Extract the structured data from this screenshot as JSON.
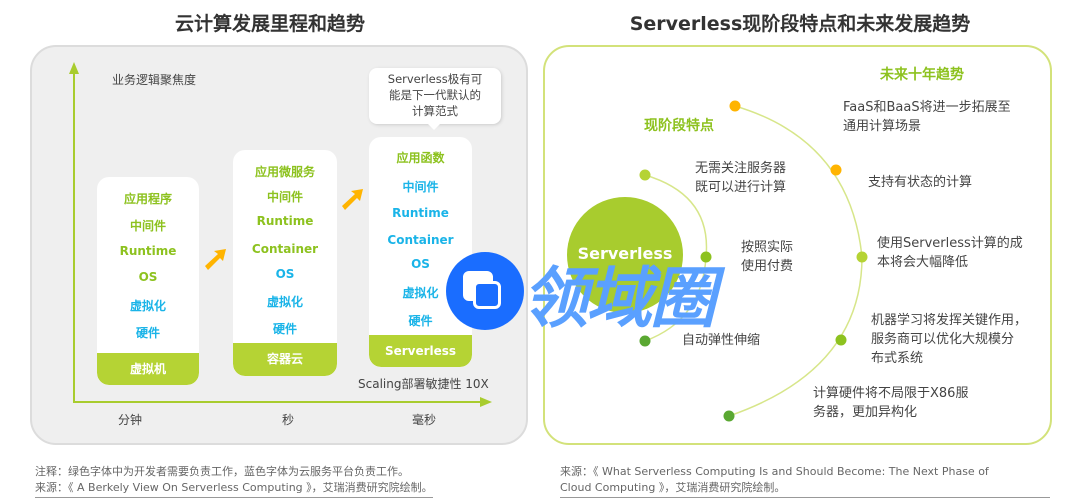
{
  "left": {
    "title": "云计算发展里程和趋势",
    "y_axis_label": "业务逻辑聚焦度",
    "x_ticks": [
      "分钟",
      "秒",
      "毫秒"
    ],
    "callout": [
      "Serverless极有可",
      "能是下一代默认的",
      "计算范式"
    ],
    "scaling_label": "Scaling部署敏捷性 10X",
    "stacks": [
      {
        "items": [
          {
            "t": "应用程序",
            "c": "g"
          },
          {
            "t": "中间件",
            "c": "g"
          },
          {
            "t": "Runtime",
            "c": "g"
          },
          {
            "t": "OS",
            "c": "g"
          },
          {
            "t": "虚拟化",
            "c": "b"
          },
          {
            "t": "硬件",
            "c": "b"
          }
        ],
        "footer": "虚拟机"
      },
      {
        "items": [
          {
            "t": "应用微服务",
            "c": "g"
          },
          {
            "t": "中间件",
            "c": "g"
          },
          {
            "t": "Runtime",
            "c": "g"
          },
          {
            "t": "Container",
            "c": "g"
          },
          {
            "t": "OS",
            "c": "b"
          },
          {
            "t": "虚拟化",
            "c": "b"
          },
          {
            "t": "硬件",
            "c": "b"
          }
        ],
        "footer": "容器云"
      },
      {
        "items": [
          {
            "t": "应用函数",
            "c": "g"
          },
          {
            "t": "中间件",
            "c": "b"
          },
          {
            "t": "Runtime",
            "c": "b"
          },
          {
            "t": "Container",
            "c": "b"
          },
          {
            "t": "OS",
            "c": "b"
          },
          {
            "t": "虚拟化",
            "c": "b"
          },
          {
            "t": "硬件",
            "c": "b"
          }
        ],
        "footer": "Serverless"
      }
    ],
    "note": "注释：绿色字体中为开发者需要负责工作，蓝色字体为云服务平台负责工作。",
    "source": "来源：《 A Berkely View On Serverless Computing 》，艾瑞消费研究院绘制。"
  },
  "right": {
    "title": "Serverless现阶段特点和未来发展趋势",
    "center_label": "Serverless",
    "current_heading": "现阶段特点",
    "future_heading": "未来十年趋势",
    "current": [
      [
        "无需关注服务器",
        "既可以进行计算"
      ],
      [
        "按照实际",
        "使用付费"
      ],
      [
        "自动弹性伸缩"
      ]
    ],
    "future": [
      [
        "FaaS和BaaS将进一步拓展至",
        "通用计算场景"
      ],
      [
        "支持有状态的计算"
      ],
      [
        "使用Serverless计算的成",
        "本将会大幅降低"
      ],
      [
        "机器学习将发挥关键作用，",
        "服务商可以优化大规模分",
        "布式系统"
      ],
      [
        "计算硬件将不局限于X86服",
        "务器，更加异构化"
      ]
    ],
    "source_line1": "来源：《 What Serverless Computing Is and Should Become: The Next Phase of",
    "source_line2": "Cloud Computing 》，艾瑞消费研究院绘制。"
  },
  "watermark": "领域圈",
  "colors": {
    "green": "#8dc21f",
    "blue": "#1ab4e8",
    "footer": "#b5d334",
    "orange": "#ffb400",
    "wm": "#1a6dff"
  }
}
